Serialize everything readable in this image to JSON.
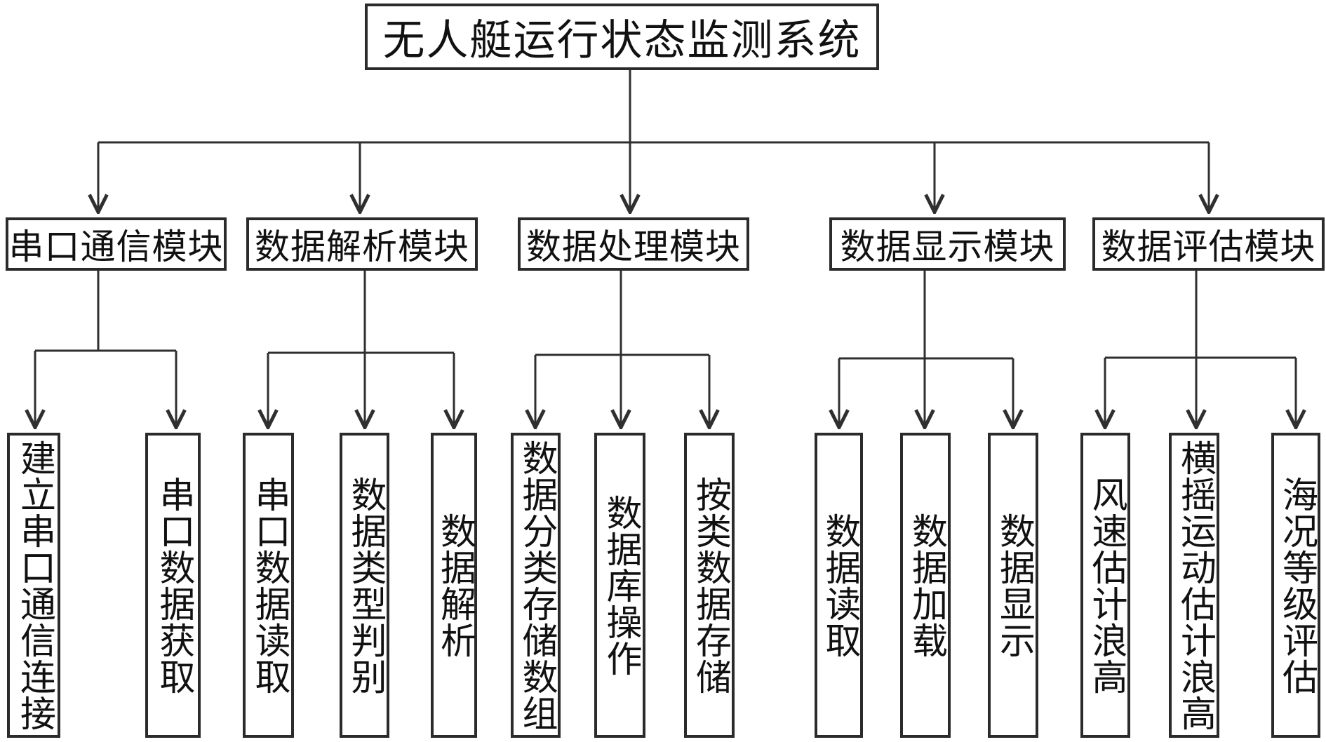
{
  "title": "无人艇运行状态监测系统",
  "modules": [
    {
      "label": "串口通信模块",
      "children": [
        "建立串口通信连接",
        "串口数据获取"
      ]
    },
    {
      "label": "数据解析模块",
      "children": [
        "串口数据读取",
        "数据类型判别",
        "数据解析"
      ]
    },
    {
      "label": "数据处理模块",
      "children": [
        "数据分类存储数组",
        "数据库操作",
        "按类数据存储"
      ]
    },
    {
      "label": "数据显示模块",
      "children": [
        "数据读取",
        "数据加载",
        "数据显示"
      ]
    },
    {
      "label": "数据评估模块",
      "children": [
        "风速估计浪高",
        "横摇运动估计浪高",
        "海况等级评估"
      ]
    }
  ],
  "colors": {
    "background": "#ffffff",
    "line": "#2f2f2f",
    "box_border": "#2b2b2b",
    "text": "#111111"
  }
}
